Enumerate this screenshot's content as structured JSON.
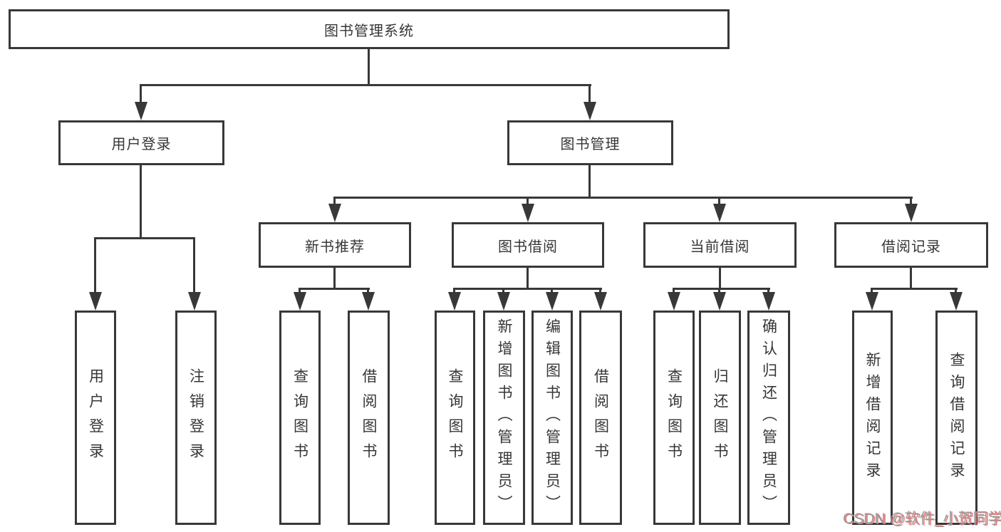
{
  "nodes": {
    "root": "图书管理系统",
    "login": "用户登录",
    "manage": "图书管理",
    "new_book": "新书推荐",
    "borrow": "图书借阅",
    "current": "当前借阅",
    "records": "借阅记录",
    "leaves": {
      "login_user": "用户登录",
      "login_out": "注销登录",
      "nb_query": "查询图书",
      "nb_borrow": "借阅图书",
      "bw_query": "查询图书",
      "bw_add": "新增图书（管理员）",
      "bw_edit": "编辑图书（管理员）",
      "bw_borrow": "借阅图书",
      "cu_query": "查询图书",
      "cu_return": "归还图书",
      "cu_confirm": "确认归还（管理员）",
      "rc_add": "新增借阅记录",
      "rc_query": "查询借阅记录"
    }
  },
  "watermark": "CSDN @软件_小贺同学",
  "colors": {
    "line": "#383838",
    "text": "#363636",
    "wm_gray": "#9b9b9b",
    "wm_red": "#e87c7c"
  }
}
